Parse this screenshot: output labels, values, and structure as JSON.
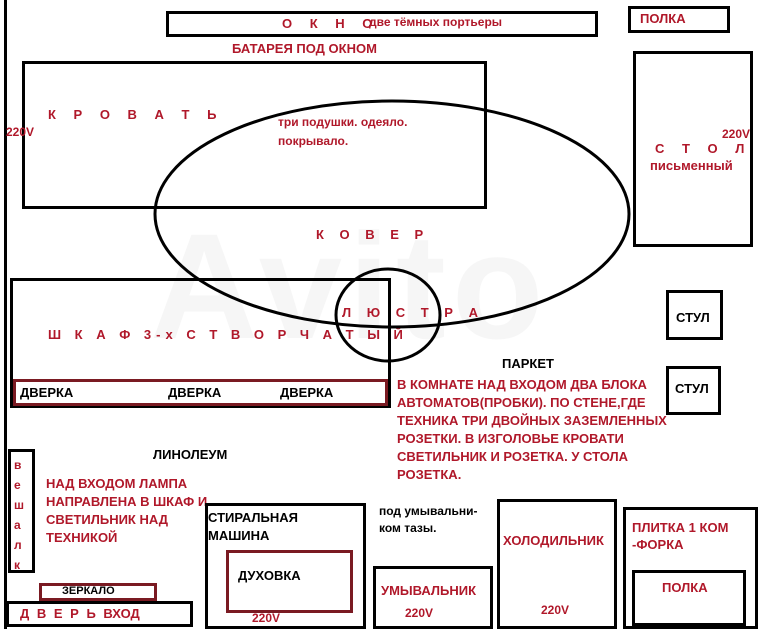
{
  "plan": {
    "window_label": "О К Н О",
    "curtains_label": "две тёмных портьеры",
    "shelf_top": "ПОЛКА",
    "radiator_label": "БАТАРЕЯ ПОД ОКНОМ",
    "bed_label": "К Р О В А Т Ь",
    "bedding_text": "три подушки. одеяло. покрывало.",
    "desk_line1": "С Т О Л",
    "desk_line2": "письменный",
    "outlet_220": "220V",
    "rug_label": "К О В Е Р",
    "chandelier_label": "Л Ю С Т Р А",
    "wardrobe_label": "Ш К А Ф  3-х С Т В О Р Ч А Т Ы Й",
    "door_leaf": "ДВЕРКА",
    "chair": "СТУЛ",
    "parquet_label": "ПАРКЕТ",
    "note_main": "В КОМНАТЕ НАД ВХОДОМ ДВА БЛОКА АВТОМАТОВ(ПРОБКИ). ПО СТЕНЕ,ГДЕ ТЕХНИКА ТРИ ДВОЙНЫХ ЗАЗЕМЛЕННЫХ РОЗЕТКИ. В ИЗГОЛОВЬЕ КРОВАТИ СВЕТИЛЬНИК И РОЗЕТКА. У СТОЛА РОЗЕТКА.",
    "linoleum_label": "ЛИНОЛЕУМ",
    "coat_rack": "в е ш а л к",
    "note_lamp": "НАД ВХОДОМ ЛАМПА НАПРАВЛЕНА В ШКАФ И СВЕТИЛЬНИК НАД ТЕХНИКОЙ",
    "mirror": "ЗЕРКАЛО",
    "door_entrance": "Д В Е Р Ь   ВХОД",
    "washer_label": "СТИРАЛЬНАЯ МАШИНА",
    "oven_label": "ДУХОВКА",
    "basins_note": "под умывальни- ком тазы.",
    "sink_label": "УМЫВАЛЬНИК",
    "fridge_label": "ХОЛОДИЛЬНИК",
    "stove_label": "ПЛИТКА 1 КОМ -ФОРКА",
    "shelf_bottom": "ПОЛКА",
    "watermark": "Avito"
  },
  "colors": {
    "outline": "#000000",
    "accent_dark_red": "#7a1a22",
    "text_red": "#b0182a"
  }
}
